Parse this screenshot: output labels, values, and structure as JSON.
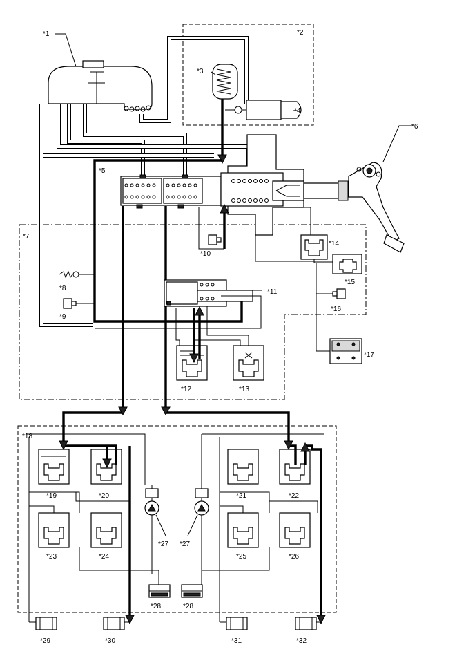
{
  "labels": {
    "c1": "*1",
    "c2": "*2",
    "c3": "*3",
    "c4": "*4",
    "c5": "*5",
    "c6": "*6",
    "c7": "*7",
    "c8": "*8",
    "c9": "*9",
    "c10": "*10",
    "c11": "*11",
    "c12": "*12",
    "c13": "*13",
    "c14": "*14",
    "c15": "*15",
    "c16": "*16",
    "c17": "*17",
    "c18": "*18",
    "c19": "*19",
    "c20": "*20",
    "c21": "*21",
    "c22": "*22",
    "c23": "*23",
    "c24": "*24",
    "c25": "*25",
    "c26": "*26",
    "c27a": "*27",
    "c27b": "*27",
    "c28a": "*28",
    "c28b": "*28",
    "c29": "*29",
    "c30": "*30",
    "c31": "*31",
    "c32": "*32"
  }
}
